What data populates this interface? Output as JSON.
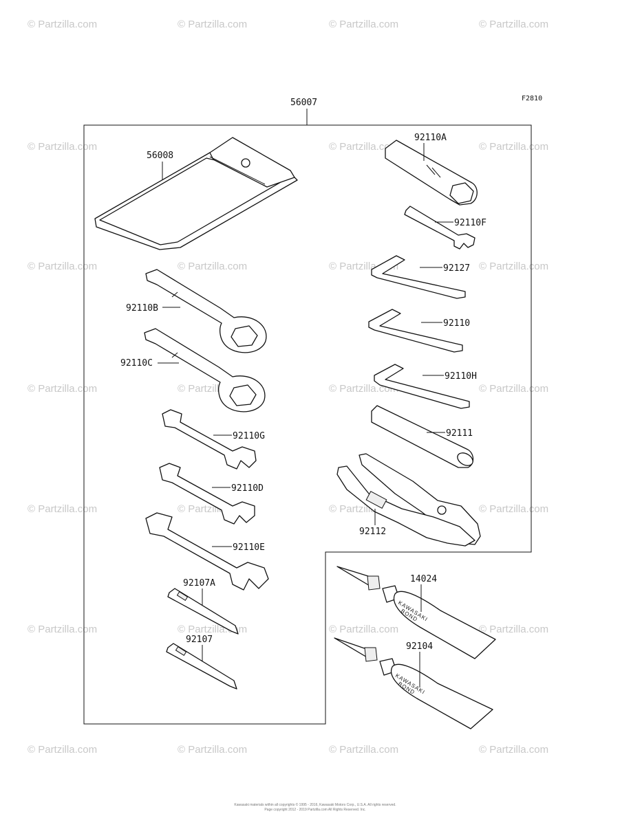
{
  "diagram": {
    "figure_code": "F2810",
    "assembly_label": "56007",
    "parts": {
      "tool_bag": "56008",
      "wrench_b": "92110B",
      "wrench_c": "92110C",
      "wrench_g": "92110G",
      "wrench_d": "92110D",
      "wrench_e": "92110E",
      "driver_a": "92107A",
      "driver": "92107",
      "plug_wrench": "92110A",
      "spanner_f": "92110F",
      "hex_key_127": "92127",
      "hex_key": "92110",
      "hex_key_h": "92110H",
      "handle": "92111",
      "pliers": "92112",
      "bond_a": "14024",
      "bond_b": "92104"
    },
    "tube_text_1": "KAWASAKI",
    "tube_text_2": "BOND"
  },
  "watermark": {
    "text": "© Partzilla.com"
  },
  "footer": {
    "line1": "Kawasaki materials within all copyrights © 1995 - 2016, Kawasaki Motors Corp., U.S.A. All rights reserved.",
    "line2": "Page copyright 2012 - 2019 Partzilla.com All Rights Reserved. Inc."
  }
}
